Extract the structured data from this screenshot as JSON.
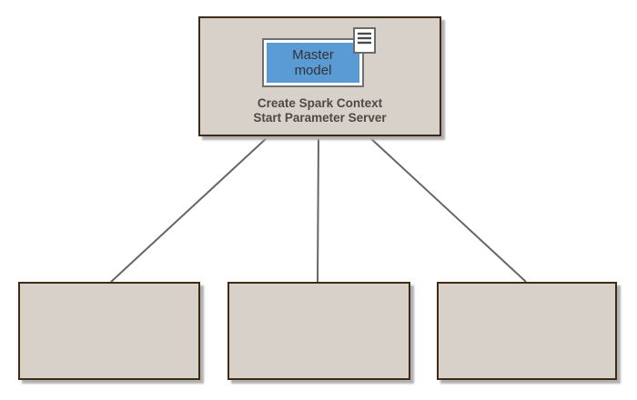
{
  "master_node": {
    "model_label_line1": "Master",
    "model_label_line2": "model",
    "caption_line1": "Create Spark Context",
    "caption_line2": "Start Parameter Server"
  },
  "workers": [
    {
      "label": ""
    },
    {
      "label": ""
    },
    {
      "label": ""
    }
  ],
  "icons": {
    "note_icon": "note-icon"
  },
  "colors": {
    "background": "#ffffff",
    "node_fill": "#d8d1c9",
    "node_border": "#3e2a15",
    "node_shadow": "#b0b0b0",
    "model_fill": "#5b9bd5",
    "model_border": "#707070",
    "model_inner_border": "#ffffff",
    "connector": "#666666",
    "caption_text": "#4c4944",
    "model_text": "#333333"
  }
}
